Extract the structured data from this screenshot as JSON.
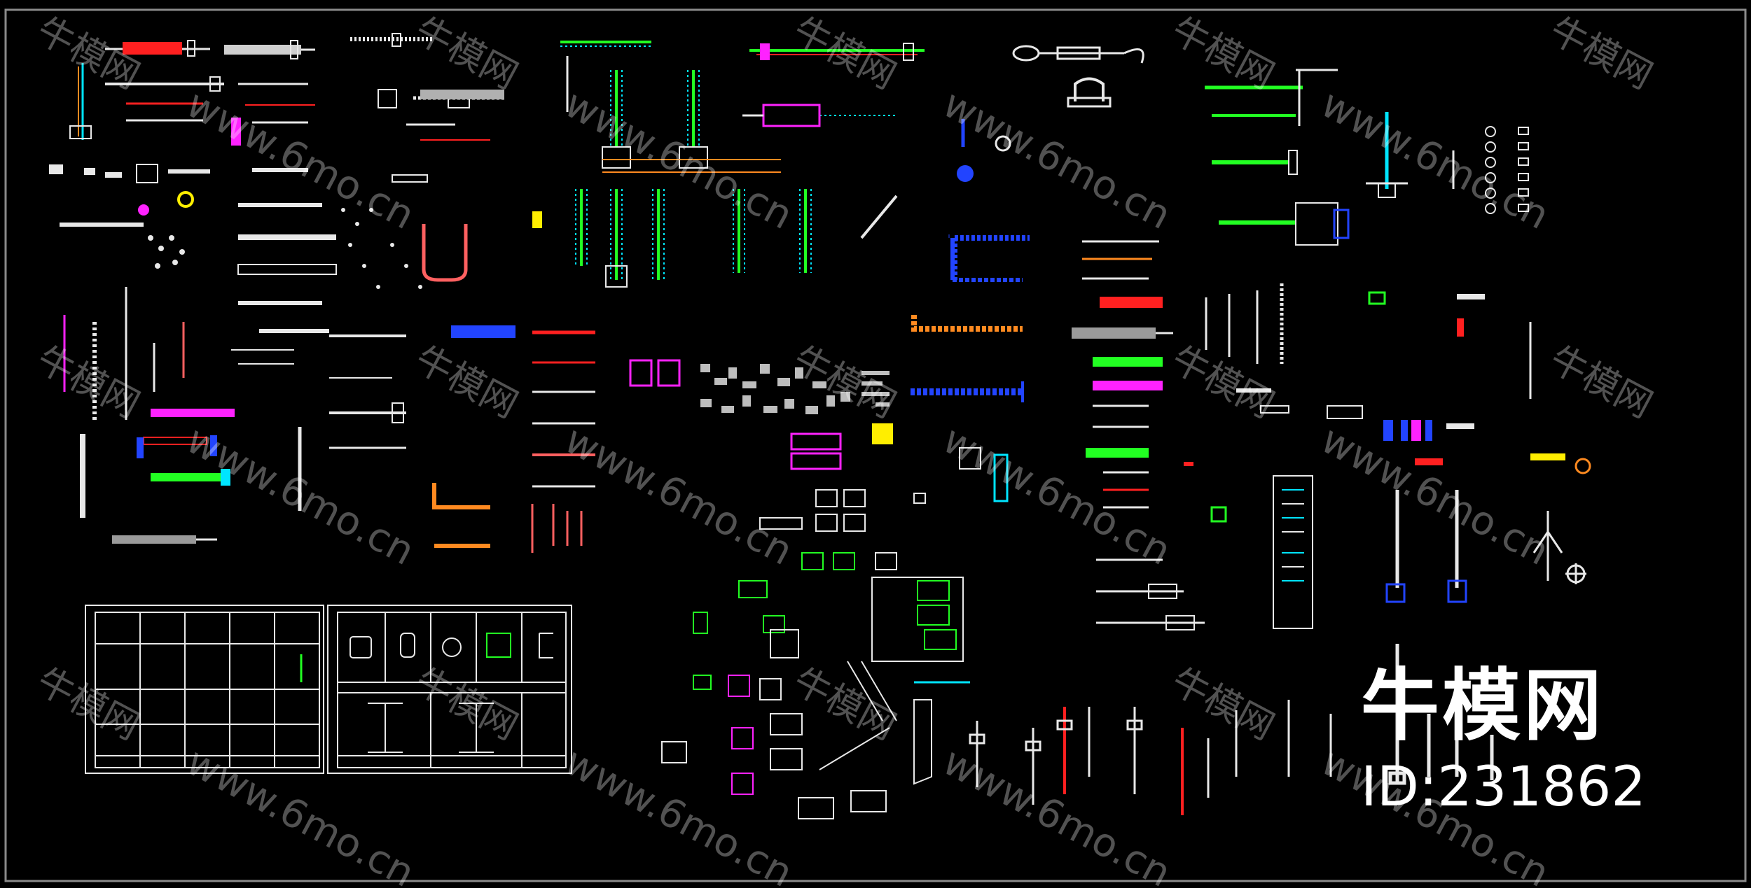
{
  "watermark": {
    "text_cn": "牛模网",
    "text_url": "www.6mo.cn"
  },
  "logo": {
    "name": "牛模网",
    "id": "ID:231862"
  },
  "colors": {
    "background": "#000000",
    "frame": "#8a8a8a",
    "watermark": "#ffffff",
    "red": "#ff2020",
    "green": "#22ff22",
    "cyan": "#00e5ff",
    "magenta": "#ff22ff",
    "blue": "#2244ff",
    "orange": "#ff8a20",
    "yellow": "#ffee00",
    "white": "#e8e8e8"
  }
}
